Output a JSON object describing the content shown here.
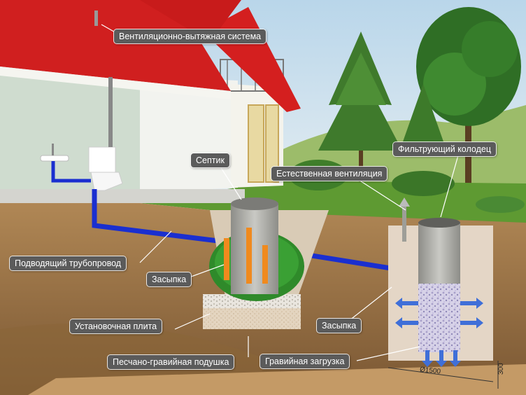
{
  "labels": {
    "ventilation_system": "Вентиляционно-вытяжная система",
    "septic": "Септик",
    "natural_ventilation": "Естественная вентиляция",
    "filter_well": "Фильтрующий колодец",
    "supply_pipe": "Подводящий трубопровод",
    "backfill_left": "Засыпка",
    "mounting_plate": "Установочная плита",
    "sand_gravel_cushion": "Песчано-гравийная подушка",
    "backfill_right": "Засыпка",
    "gravel_load": "Гравийная загрузка"
  },
  "dimensions": {
    "diameter": "Ø1500",
    "height": "300"
  },
  "colors": {
    "roof": "#d01f1f",
    "pipe": "#1a2fd0",
    "septic_body": "#2f8a2a",
    "tank_core": "#a9a9a4",
    "soil": "#a07a4d",
    "grass": "#5e9a32",
    "sky": "#cfe3ef",
    "callout_bg": "#5b5b5b",
    "arrow_blue": "#3f6fd8"
  }
}
